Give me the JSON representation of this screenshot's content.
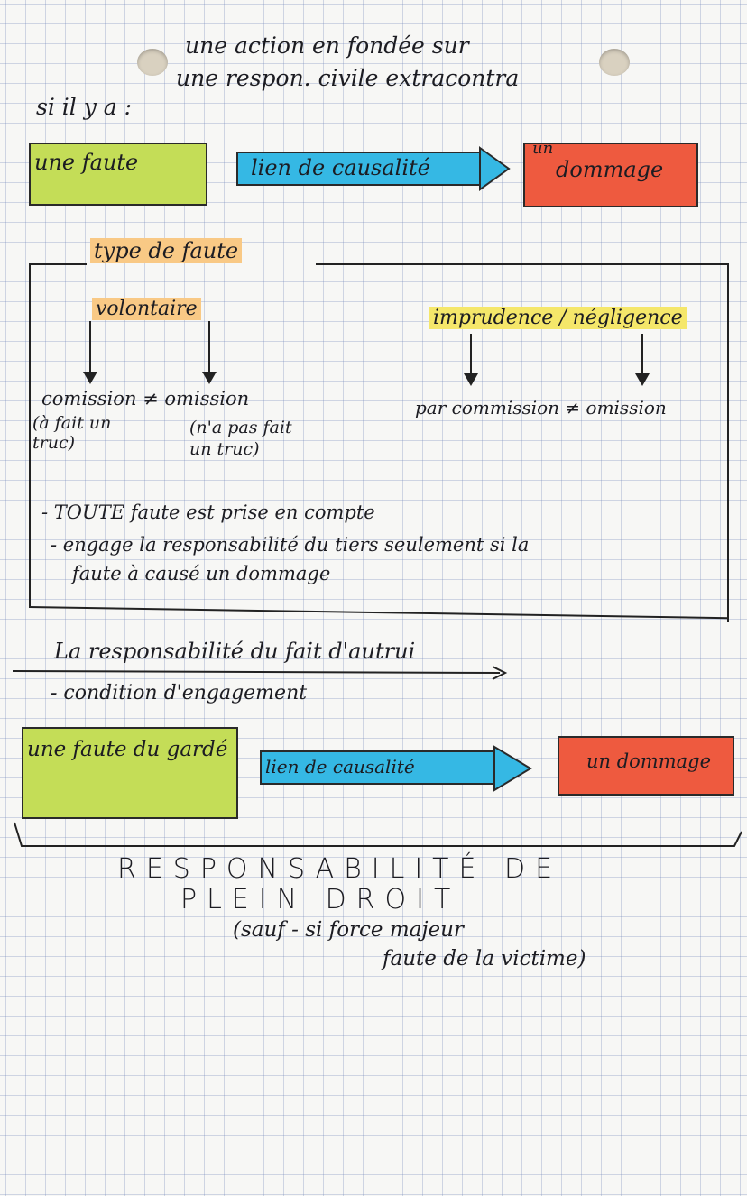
{
  "header": {
    "line1": "une action en fondée sur",
    "line2": "une respon. civile extracontra",
    "line3": "si il y a :"
  },
  "flow1": {
    "box_left": "une faute",
    "arrow": "lien de causalité",
    "box_right_top": "un",
    "box_right": "dommage"
  },
  "types": {
    "title": "type de faute",
    "volontaire": "volontaire",
    "imprudence": "imprudence / négligence",
    "commission_label": "comission ≠ omission",
    "commission_note": "(à fait un truc)",
    "omission_note": "(n'a pas fait un truc)",
    "par_commission": "par commission ≠ omission",
    "bullet1": "- TOUTE faute est prise en compte",
    "bullet2_a": "- engage la responsabilité du tiers seulement si la",
    "bullet2_b": "faute à causé un dommage"
  },
  "section2": {
    "title": "La responsabilité du fait d'autrui",
    "subtitle": "- condition d'engagement",
    "box_left": "une faute du gardé",
    "arrow": "lien de causalité",
    "box_right": "un dommage"
  },
  "conclusion": {
    "line1": "RESPONSABILITÉ DE",
    "line2": "PLEIN DROIT",
    "line3": "(sauf - si force majeur",
    "line4": "faute de la victime)"
  },
  "colors": {
    "green": "#c4dd57",
    "red": "#ee5a3f",
    "blue": "#35b8e4",
    "orange_highlight": "#f9c985",
    "yellow_highlight": "#f5e76a"
  }
}
